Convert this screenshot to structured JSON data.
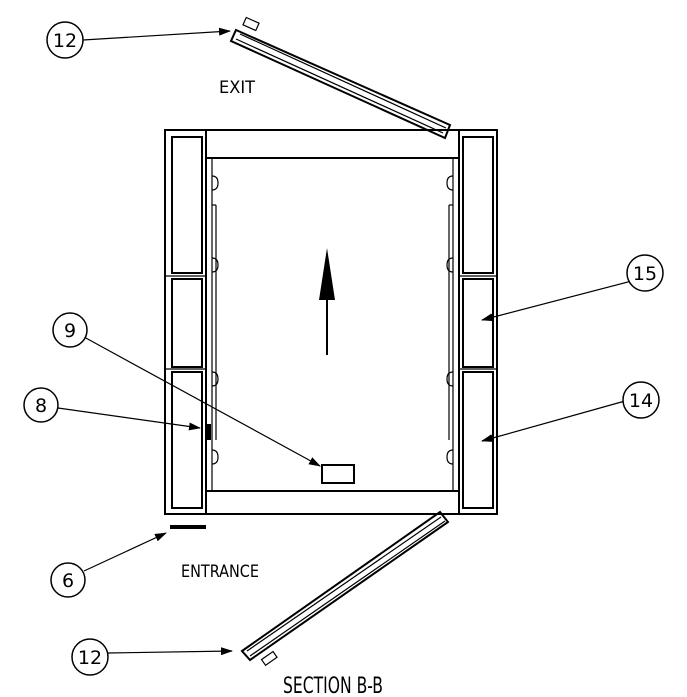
{
  "labels": {
    "exit": "EXIT",
    "entrance": "ENTRANCE",
    "section_title": "SECTION B-B"
  },
  "callouts": {
    "door_top": "12",
    "door_bottom": "12",
    "item_15": "15",
    "item_14": "14",
    "item_9": "9",
    "item_8": "8",
    "item_6": "6"
  },
  "colors": {
    "line": "#000000",
    "background": "#ffffff"
  }
}
